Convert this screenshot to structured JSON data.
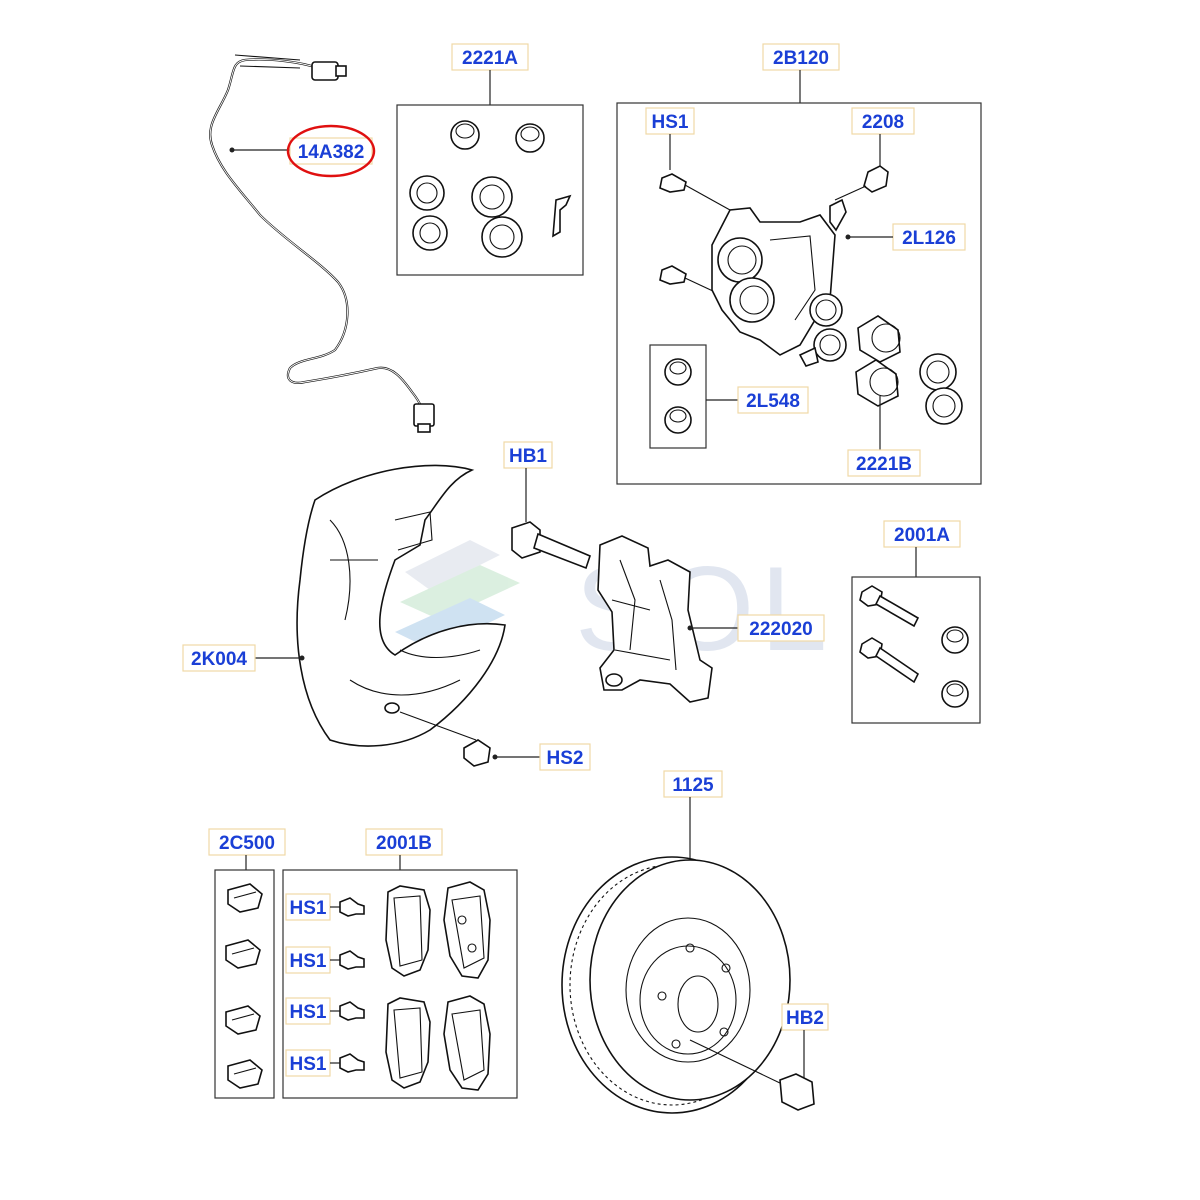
{
  "labels": {
    "speed_sensor": "14A382",
    "seal_kit": "2221A",
    "caliper_assembly": "2B120",
    "caliper_bolt": "HS1",
    "bleed_screw": "2208",
    "bleed_cap": "2L126",
    "caliper_bush_kit": "2L548",
    "piston_kit": "2221B",
    "carrier_bolt": "HB1",
    "splash_shield": "2K004",
    "caliper_carrier": "222020",
    "carrier_bolt_kit": "2001A",
    "shield_screw": "HS2",
    "brake_disc": "1125",
    "pad_clip_kit": "2C500",
    "brake_pad_kit": "2001B",
    "pad_bolt_1": "HS1",
    "pad_bolt_2": "HS1",
    "pad_bolt_3": "HS1",
    "pad_bolt_4": "HS1",
    "disc_screw": "HB2"
  },
  "highlight": {
    "label": "14A382",
    "color": "#e01010"
  },
  "watermark": {
    "text": "SOL"
  },
  "colors": {
    "label_text": "#1a3fd6",
    "label_border": "#f0d9a6",
    "line_art": "#111111"
  }
}
